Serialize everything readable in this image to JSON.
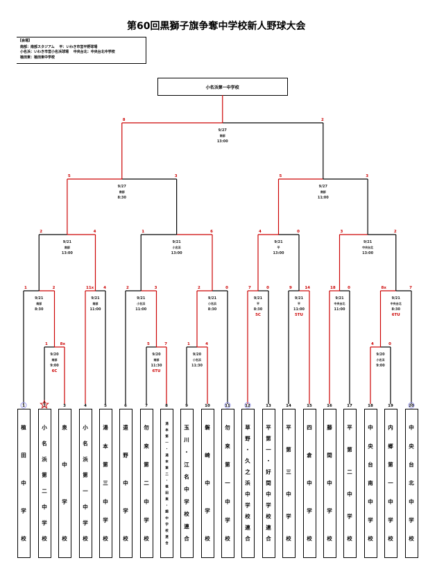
{
  "title": "第60回黒獅子旗争奪中学校新人野球大会",
  "venue": {
    "header": "【会場】",
    "lines": [
      "南部：南部スタジアム　 平：いわき市営平野球場",
      "小名浜：いわき市営小名浜球場　 中央台北：中央台北中学校",
      "植田東：植田東中学校"
    ]
  },
  "champion": "小名浜第一中学校",
  "colors": {
    "win": "#cc0000",
    "line": "#000000",
    "marker": "#9999ee",
    "star": "#cc0000"
  },
  "teams": [
    {
      "no": "1",
      "name": "植田中学校",
      "marker": "circle"
    },
    {
      "no": "2",
      "name": "小名浜第二中学校",
      "marker": "star"
    },
    {
      "no": "3",
      "name": "泉中学校"
    },
    {
      "no": "4",
      "name": "小名浜第一中学校"
    },
    {
      "no": "5",
      "name": "湯本第三中学校"
    },
    {
      "no": "6",
      "name": "遠野中学校"
    },
    {
      "no": "7",
      "name": "勿来第二中学校"
    },
    {
      "no": "8",
      "name": "湯本第一・湯本第二・植田東・錦中学校連合"
    },
    {
      "no": "9",
      "name": "玉川・江名中学校連合"
    },
    {
      "no": "10",
      "name": "磐崎中学校"
    },
    {
      "no": "11",
      "name": "勿来第一中学校",
      "marker": "circle"
    },
    {
      "no": "12",
      "name": "草野・久之浜中学校連合",
      "marker": "circle"
    },
    {
      "no": "13",
      "name": "平第一・好間中学校連合"
    },
    {
      "no": "14",
      "name": "平第三中学校"
    },
    {
      "no": "15",
      "name": "四倉中学校"
    },
    {
      "no": "16",
      "name": "藤間中学校"
    },
    {
      "no": "17",
      "name": "平第二中学校"
    },
    {
      "no": "18",
      "name": "中央台南中学校"
    },
    {
      "no": "19",
      "name": "内郷第一中学校"
    },
    {
      "no": "20",
      "name": "中央台北中学校",
      "marker": "circle"
    }
  ],
  "matches": [
    {
      "round": 1,
      "left": "t2",
      "right": "t3",
      "scores": [
        "1",
        "8x"
      ],
      "winner": "right",
      "date": "9/20",
      "venue": "南部",
      "time": "9:00",
      "note": "6C"
    },
    {
      "round": 1,
      "left": "t7",
      "right": "t8",
      "scores": [
        "5",
        "7"
      ],
      "winner": "right",
      "date": "9/20",
      "venue": "南部",
      "time": "11:30",
      "note": "6TU"
    },
    {
      "round": 1,
      "left": "t9",
      "right": "t10",
      "scores": [
        "1",
        "4"
      ],
      "winner": "right",
      "date": "9/20",
      "venue": "小名浜",
      "time": "11:30"
    },
    {
      "round": 1,
      "left": "t18",
      "right": "t19",
      "scores": [
        "4",
        "0"
      ],
      "winner": "left",
      "date": "9/20",
      "venue": "小名浜",
      "time": "9:00"
    },
    {
      "round": 2,
      "left": "t1",
      "right": "m0",
      "scores": [
        "1",
        "2"
      ],
      "winner": "right",
      "date": "9/21",
      "venue": "南部",
      "time": "8:30"
    },
    {
      "round": 2,
      "left": "t4",
      "right": "t5",
      "scores": [
        "11x",
        "4"
      ],
      "winner": "left",
      "date": "9/21",
      "venue": "南部",
      "time": "11:00"
    },
    {
      "round": 2,
      "left": "t6",
      "right": "m1",
      "scores": [
        "2",
        "3"
      ],
      "winner": "right",
      "date": "9/21",
      "venue": "小名浜",
      "time": "11:00"
    },
    {
      "round": 2,
      "left": "m2",
      "right": "t11",
      "scores": [
        "2",
        "0"
      ],
      "winner": "left",
      "date": "9/21",
      "venue": "小名浜",
      "time": "8:30"
    },
    {
      "round": 2,
      "left": "t12",
      "right": "t13",
      "scores": [
        "7",
        "0"
      ],
      "winner": "left",
      "date": "9/21",
      "venue": "平",
      "time": "8:30",
      "note": "5C"
    },
    {
      "round": 2,
      "left": "t14",
      "right": "t15",
      "scores": [
        "9",
        "14"
      ],
      "winner": "right",
      "date": "9/21",
      "venue": "平",
      "time": "11:00",
      "note": "5TU"
    },
    {
      "round": 2,
      "left": "t16",
      "right": "t17",
      "scores": [
        "18",
        "0"
      ],
      "winner": "left",
      "date": "9/21",
      "venue": "中央台北",
      "time": "11:00"
    },
    {
      "round": 2,
      "left": "m3",
      "right": "t20",
      "scores": [
        "8x",
        "7"
      ],
      "winner": "left",
      "date": "9/21",
      "venue": "中央台北",
      "time": "8:30",
      "note": "6TU"
    },
    {
      "round": 3,
      "left": "m4",
      "right": "m5",
      "scores": [
        "2",
        "4"
      ],
      "winner": "right",
      "date": "9/21",
      "venue": "南部",
      "time": "13:00"
    },
    {
      "round": 3,
      "left": "m6",
      "right": "m7",
      "scores": [
        "1",
        "6"
      ],
      "winner": "right",
      "date": "9/21",
      "venue": "小名浜",
      "time": "13:00"
    },
    {
      "round": 3,
      "left": "m8",
      "right": "m9",
      "scores": [
        "4",
        "0"
      ],
      "winner": "left",
      "date": "9/21",
      "venue": "平",
      "time": "13:00"
    },
    {
      "round": 3,
      "left": "m10",
      "right": "m11",
      "scores": [
        "3",
        "2"
      ],
      "winner": "left",
      "date": "9/21",
      "venue": "中央台北",
      "time": "13:00"
    },
    {
      "round": 4,
      "left": "m12",
      "right": "m13",
      "scores": [
        "5",
        "3"
      ],
      "winner": "left",
      "date": "9/27",
      "venue": "南部",
      "time": "8:30"
    },
    {
      "round": 4,
      "left": "m14",
      "right": "m15",
      "scores": [
        "5",
        "3"
      ],
      "winner": "left",
      "date": "9/27",
      "venue": "南部",
      "time": "11:00"
    },
    {
      "round": 5,
      "left": "m16",
      "right": "m17",
      "scores": [
        "8",
        "2"
      ],
      "winner": "left",
      "date": "9/27",
      "venue": "南部",
      "time": "13:00"
    }
  ]
}
